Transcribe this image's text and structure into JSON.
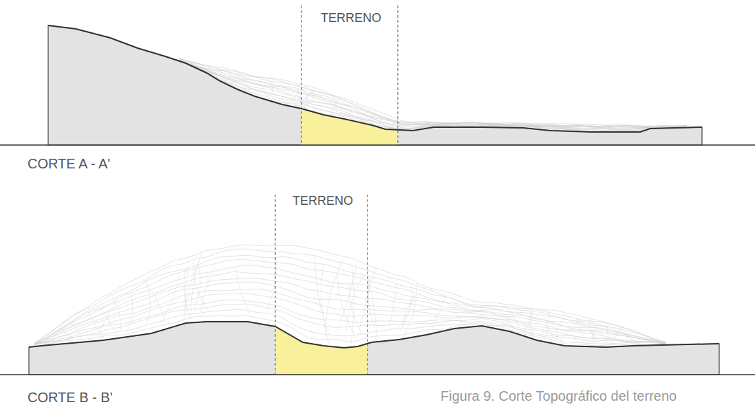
{
  "diagram": {
    "caption": "Figura 9. Corte Topográfico del terreno",
    "labels": [
      "TERRENO",
      "CORTE A - A'",
      "TERRENO",
      "CORTE B - B'"
    ]
  }
}
